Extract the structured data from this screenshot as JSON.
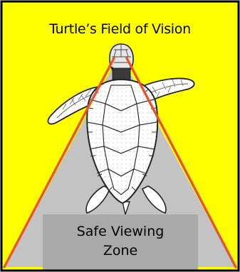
{
  "diagram": {
    "title": "Turtle’s Field of Vision",
    "zone_label_line1": "Safe Viewing",
    "zone_label_line2": "Zone"
  },
  "colors": {
    "background": "#ffff00",
    "border": "#000000",
    "safe_zone": "#c3c3c3",
    "label_box": "#a9a9a9",
    "vision_lines": "#e8542a"
  },
  "icons": [
    "sea-turtle-illustration"
  ]
}
